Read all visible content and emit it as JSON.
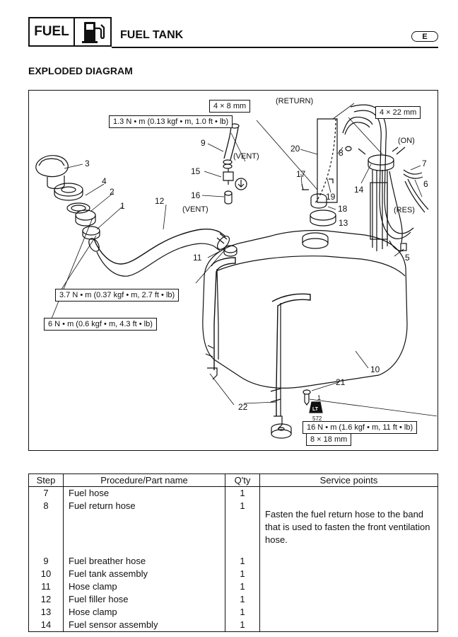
{
  "header": {
    "chapter": "FUEL",
    "chapter_icon": "fuel-pump-icon",
    "title": "FUEL TANK",
    "language": "E"
  },
  "subtitle": "EXPLODED DIAGRAM",
  "diagram": {
    "specs": {
      "bolt_4x8": "4 × 8 mm",
      "bolt_4x22": "4 × 22 mm",
      "torque_1_3": "1.3 N • m (0.13 kgf • m, 1.0 ft • lb)",
      "torque_3_7": "3.7 N • m (0.37 kgf • m, 2.7 ft • lb)",
      "torque_6": "6 N • m (0.6 kgf • m, 4.3 ft • lb)",
      "torque_16": "16 N • m (1.6 kgf • m, 11 ft • lb)",
      "bolt_8x18": "8 × 18 mm"
    },
    "labels": {
      "return": "(RETURN)",
      "vent_top": "(VENT)",
      "vent_bottom": "(VENT)",
      "on": "(ON)",
      "res": "(RES)",
      "loctite_code": "572",
      "loctite_level": "1",
      "loctite_text": "LT"
    },
    "callouts": [
      "1",
      "2",
      "3",
      "4",
      "5",
      "6",
      "7",
      "8",
      "9",
      "10",
      "11",
      "12",
      "13",
      "14",
      "15",
      "16",
      "17",
      "18",
      "19",
      "20",
      "21",
      "22"
    ]
  },
  "table": {
    "headers": [
      "Step",
      "Procedure/Part name",
      "Q'ty",
      "Service points"
    ],
    "rows": [
      {
        "step": "7",
        "name": "Fuel hose",
        "qty": "1",
        "service": ""
      },
      {
        "step": "8",
        "name": "Fuel return hose",
        "qty": "1",
        "service": "Fasten the fuel return hose to the band that is used to fasten the front ventilation hose."
      },
      {
        "step": "9",
        "name": "Fuel breather hose",
        "qty": "1",
        "service": ""
      },
      {
        "step": "10",
        "name": "Fuel tank assembly",
        "qty": "1",
        "service": ""
      },
      {
        "step": "11",
        "name": "Hose clamp",
        "qty": "1",
        "service": ""
      },
      {
        "step": "12",
        "name": "Fuel filler hose",
        "qty": "1",
        "service": ""
      },
      {
        "step": "13",
        "name": "Hose clamp",
        "qty": "1",
        "service": ""
      },
      {
        "step": "14",
        "name": "Fuel sensor assembly",
        "qty": "1",
        "service": ""
      }
    ]
  }
}
